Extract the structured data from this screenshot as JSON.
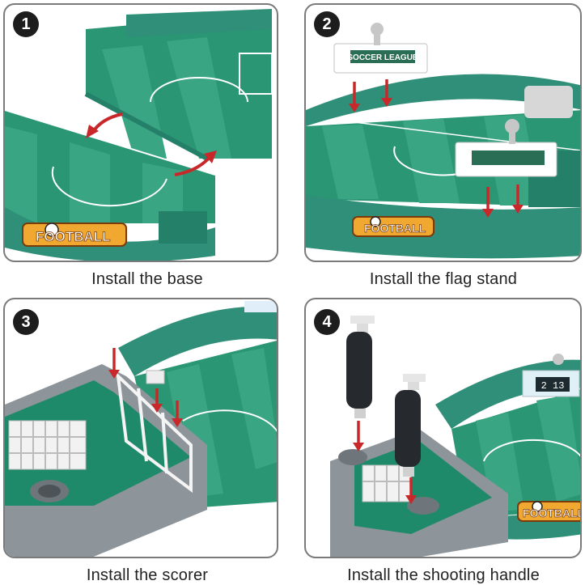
{
  "steps": [
    {
      "number": "1",
      "caption": "Install the base",
      "board_label": "FOOTBALL"
    },
    {
      "number": "2",
      "caption": "Install the flag stand",
      "board_label": "FOOTBALL",
      "flag_label": "SOCCER LEAGUE"
    },
    {
      "number": "3",
      "caption": "Install the scorer"
    },
    {
      "number": "4",
      "caption": "Install the shooting handle",
      "board_label": "FOOTBALL",
      "score_display": "2 13"
    }
  ],
  "colors": {
    "field_dark": "#1f8a6a",
    "field_light": "#3aa582",
    "rail": "#2f8f78",
    "arrow": "#c9282a",
    "frame_gray": "#8d949a"
  }
}
